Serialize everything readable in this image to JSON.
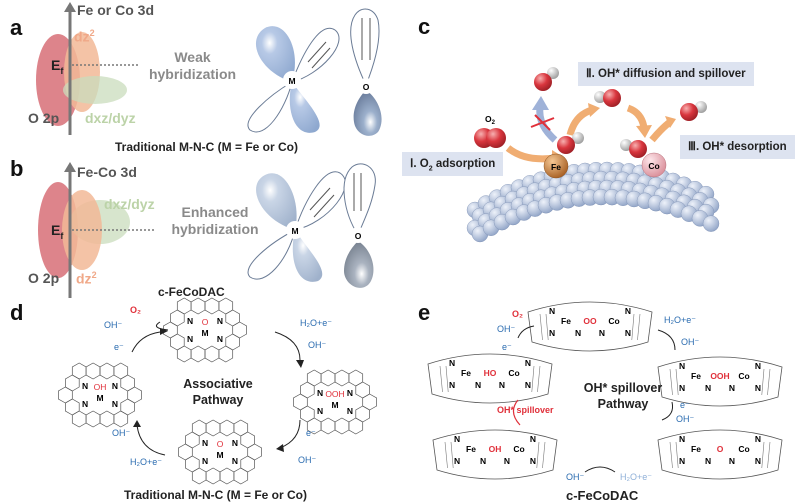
{
  "panels": {
    "a": {
      "letter": "a",
      "axis_label": "Fe or Co 3d",
      "fermi_label": "E",
      "fermi_sub": "f",
      "o2p_label": "O 2p",
      "dz2_label": "dz",
      "dz2_sup": "2",
      "dxz_label": "dxz/dyz",
      "hybridization": [
        "Weak",
        "hybridization"
      ],
      "metal_label": "M",
      "oxygen_label": "O",
      "caption": "Traditional M-N-C (M = Fe or Co)"
    },
    "b": {
      "letter": "b",
      "axis_label": "Fe-Co 3d",
      "fermi_label": "E",
      "fermi_sub": "f",
      "o2p_label": "O 2p",
      "dz2_label": "dz",
      "dz2_sup": "2",
      "dxz_label": "dxz/dyz",
      "hybridization": [
        "Enhanced",
        "hybridization"
      ],
      "metal_label": "M",
      "oxygen_label": "O",
      "caption": "c-FeCoDAC"
    },
    "c": {
      "letter": "c",
      "o2_label": "O",
      "o2_sub": "2",
      "fe_label": "Fe",
      "co_label": "Co",
      "step1": {
        "numeral": "Ⅰ",
        "text_pre": ". O",
        "sub": "2",
        "text_post": " adsorption"
      },
      "step2": {
        "numeral": "Ⅱ",
        "text": ". OH* diffusion and spillover"
      },
      "step3": {
        "numeral": "Ⅲ",
        "text": ". OH* desorption"
      }
    },
    "d": {
      "letter": "d",
      "pathway": [
        "Associative",
        "Pathway"
      ],
      "caption": "Traditional M-N-C (M = Fe or Co)",
      "metal": "M",
      "nitrogen": "N",
      "adsorbates": {
        "top": "O",
        "top2": "O",
        "right": "OOH",
        "bottom": "O",
        "left": "OH"
      },
      "labels": {
        "o2": "O₂",
        "oh_top_left": "OH⁻",
        "e_left": "e⁻",
        "h2o_e_top_right": "H₂O+e⁻",
        "oh_right": "OH⁻",
        "e_right": "e⁻",
        "oh_bottom_right": "OH⁻",
        "oh_bottom_left": "OH⁻",
        "h2o_e_bottom_left": "H₂O+e⁻"
      }
    },
    "e": {
      "letter": "e",
      "pathway": [
        "OH* spillover",
        "Pathway"
      ],
      "caption": "c-FeCoDAC",
      "fe": "Fe",
      "co": "Co",
      "nitrogen": "N",
      "adsorbates": {
        "top": "OO",
        "right": "OOH",
        "bottom_right": "O",
        "bottom_left": "OH",
        "left": "HO"
      },
      "labels": {
        "o2": "O₂",
        "oh_top_left": "OH⁻",
        "e_left": "e⁻",
        "h2o_e_top_right": "H₂O+e⁻",
        "oh_right": "OH⁻",
        "e_right": "e⁻",
        "oh_bottom_right": "OH⁻",
        "oh_bottom": "OH⁻",
        "h2o_e_bottom": "H₂O+e⁻",
        "spillover": "OH* spillover"
      }
    }
  },
  "colors": {
    "o2p": "#d9777e",
    "dz2": "#f2b896",
    "dxz": "#c9dcbc",
    "orbital_blue": "#a9bfdf",
    "oxygen_red": "#d9363e",
    "hydrogen_gray": "#c8c8c8",
    "fe_orange": "#c97f3e",
    "co_pink": "#f0b4bd",
    "carbon_sphere": "#b8c8e2",
    "arrow_orange": "#f0ad72",
    "step_box": "#dde3f0",
    "label_blue": "#2b6cb0",
    "label_red": "#e0303a"
  }
}
